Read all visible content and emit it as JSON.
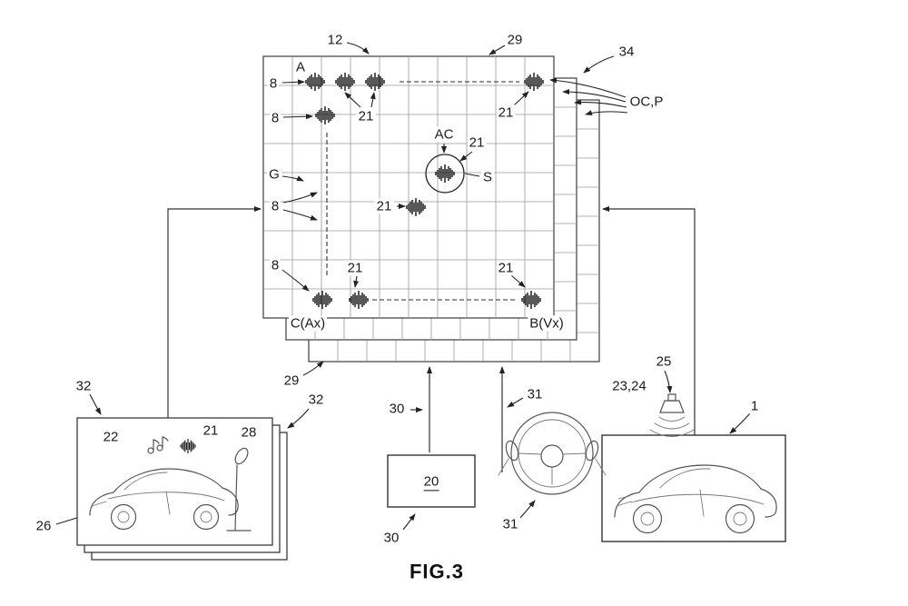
{
  "figure": {
    "caption": "FIG.3"
  },
  "colors": {
    "ink": "#222222",
    "grid_line": "#9a9a9a",
    "background": "#ffffff"
  },
  "refs": {
    "r1": "1",
    "r8": "8",
    "r12": "12",
    "r20": "20",
    "r21": "21",
    "r22": "22",
    "r23_24": "23,24",
    "r25": "25",
    "r26": "26",
    "r28": "28",
    "r29": "29",
    "r30": "30",
    "r31": "31",
    "r32": "32",
    "r34": "34",
    "a": "A",
    "g": "G",
    "ac": "AC",
    "s": "S",
    "ocp": "OC,P",
    "c_ax": "C(Ax)",
    "b_vx": "B(Vx)"
  },
  "icons": {
    "waveform": "waveform-icon",
    "microphone": "microphone-icon",
    "music_notes": "music-notes-icon",
    "speaker": "speaker-icon",
    "steering_wheel": "steering-wheel-icon",
    "car_photo": "car-sketch-photo",
    "car_main": "car-sketch-main"
  }
}
